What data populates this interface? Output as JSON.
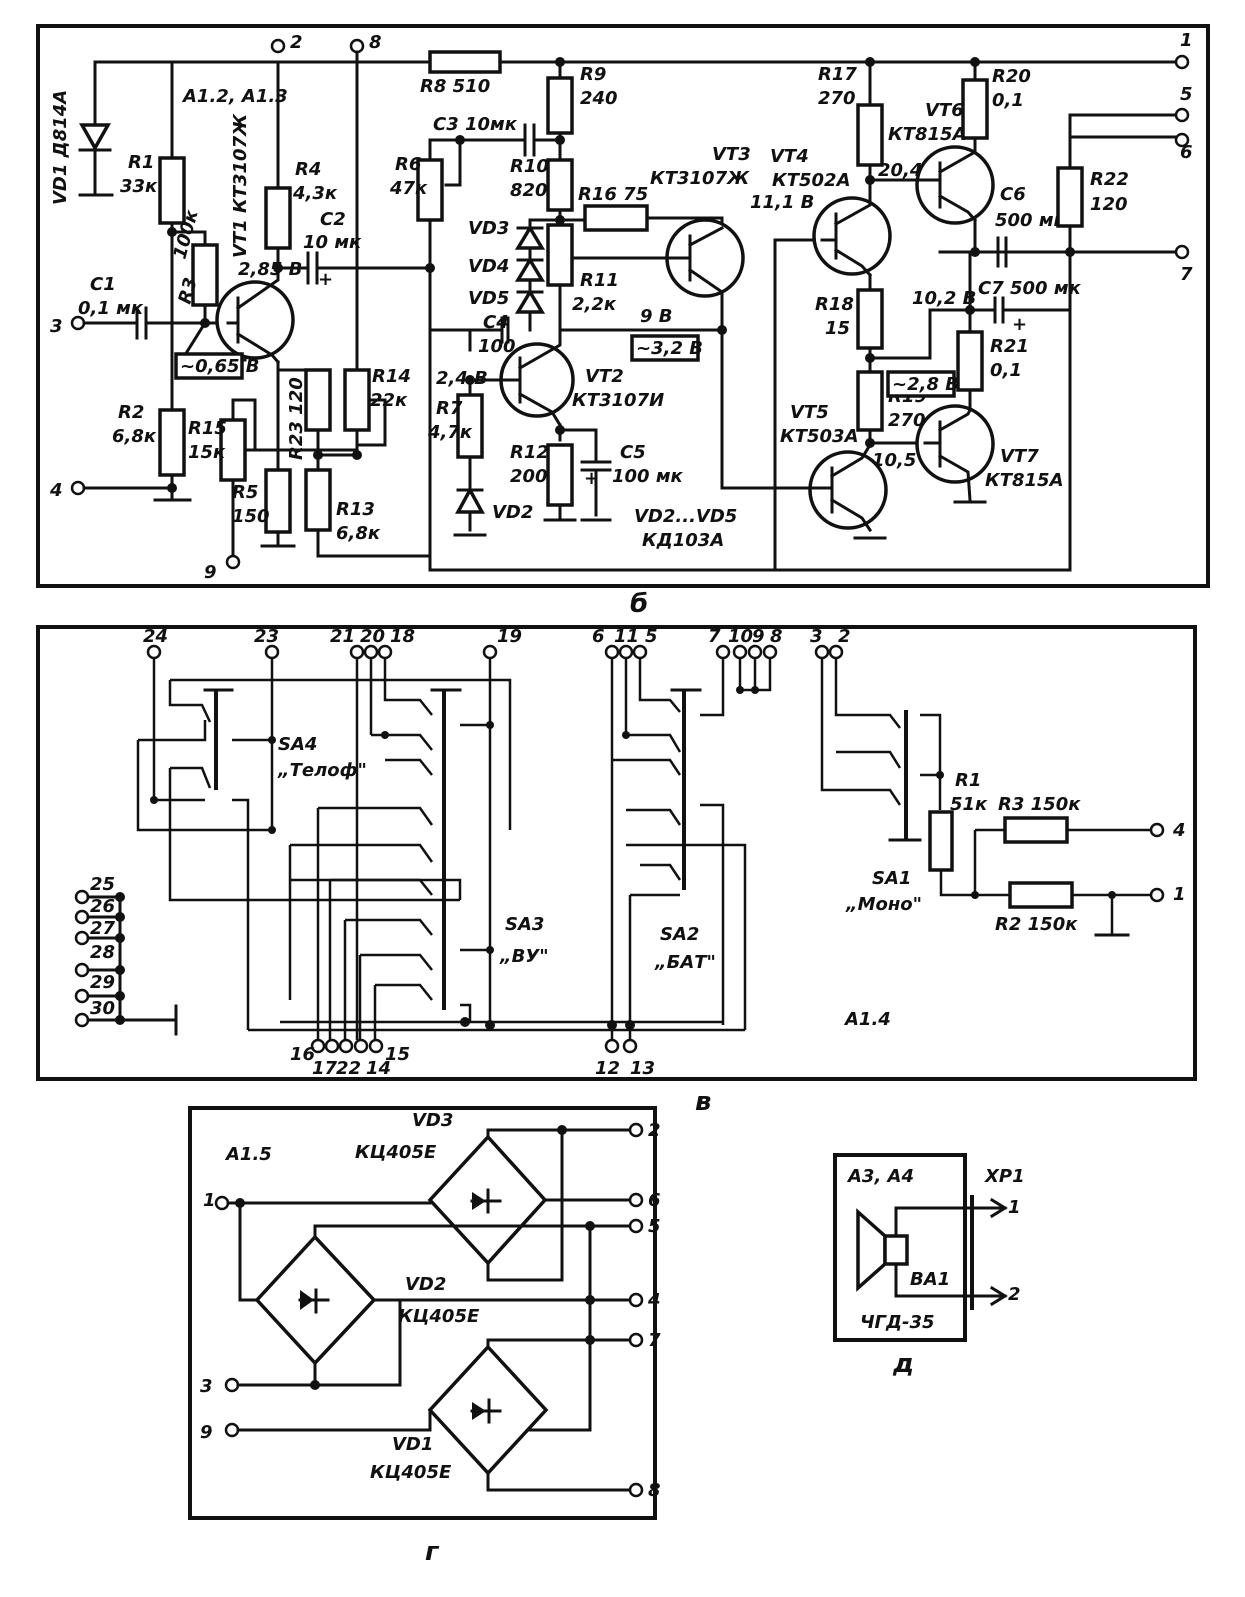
{
  "panel_b": {
    "caption": "б",
    "module": "A1.2, A1.3",
    "terminals": [
      "1",
      "2",
      "3",
      "4",
      "5",
      "6",
      "7",
      "8",
      "9"
    ],
    "diode_vd1": "VD1 Д814А",
    "r1": [
      "R1",
      "33к"
    ],
    "r2": [
      "R2",
      "6,8к"
    ],
    "r3": [
      "R3",
      "100к"
    ],
    "r4": [
      "R4",
      "4,3к"
    ],
    "r5": [
      "R5",
      "150"
    ],
    "r6": [
      "R6",
      "47к"
    ],
    "r7": [
      "R7",
      "4,7к"
    ],
    "r8": "R8 510",
    "r9": [
      "R9",
      "240"
    ],
    "r10": [
      "R10",
      "820"
    ],
    "r11": [
      "R11",
      "2,2к"
    ],
    "r12": [
      "R12",
      "200"
    ],
    "r13": [
      "R13",
      "6,8к"
    ],
    "r14": [
      "R14",
      "22к"
    ],
    "r15": [
      "R15",
      "15к"
    ],
    "r16": "R16 75",
    "r17": [
      "R17",
      "270"
    ],
    "r18": [
      "R18",
      "15"
    ],
    "r19": [
      "R19",
      "270"
    ],
    "r20": [
      "R20",
      "0,1"
    ],
    "r21": [
      "R21",
      "0,1"
    ],
    "r22": [
      "R22",
      "120"
    ],
    "r23": "R23 120",
    "c1": [
      "C1",
      "0,1 мк"
    ],
    "c2": [
      "C2",
      "10 мк"
    ],
    "c3": "C3 10мк",
    "c4": [
      "C4",
      "100"
    ],
    "c5": [
      "C5",
      "100 мк"
    ],
    "c6": [
      "C6",
      "500 мк"
    ],
    "c7": "C7 500 мк",
    "vt1": "VT1 КТ3107Ж",
    "vt2": [
      "VT2",
      "КТ3107И"
    ],
    "vt3": [
      "VT3",
      "КТ3107Ж"
    ],
    "vt4": [
      "VT4",
      "КТ502А"
    ],
    "vt5": [
      "VT5",
      "КТ503А"
    ],
    "vt6": [
      "VT6",
      "КТ815А"
    ],
    "vt7": [
      "VT7",
      "КТ815А"
    ],
    "vd3": "VD3",
    "vd4": "VD4",
    "vd5": "VD5",
    "vd2": "VD2",
    "vd_group": [
      "VD2...VD5",
      "КД103А"
    ],
    "voltages": [
      "2,85 В",
      "~0,65 В",
      "2,4 В",
      "9 В",
      "~3,2 В",
      "11,1 В",
      "20,4 В",
      "10,2 В",
      "~2,8 В",
      "10,5 В"
    ]
  },
  "panel_v": {
    "caption": "в",
    "module": "A1.4",
    "top_terminals": [
      "24",
      "23",
      "21",
      "20",
      "18",
      "19",
      "6",
      "11",
      "5",
      "7",
      "10",
      "9",
      "8",
      "3",
      "2"
    ],
    "bottom_terminals": [
      "16",
      "17",
      "22",
      "14",
      "15",
      "12",
      "13"
    ],
    "side_terminals": [
      "25",
      "26",
      "27",
      "28",
      "29",
      "30"
    ],
    "sa4": [
      "SA4",
      "„Телоф\""
    ],
    "sa3": [
      "SA3",
      "„ВУ\""
    ],
    "sa2": [
      "SA2",
      "„БАТ\""
    ],
    "sa1": [
      "SA1",
      "„Моно\""
    ],
    "r1": [
      "R1",
      "51к"
    ],
    "r2": "R2 150к",
    "r3": "R3 150к",
    "right_terminals": [
      "4",
      "1"
    ]
  },
  "panel_g": {
    "caption": "г",
    "module": "A1.5",
    "vd3": [
      "VD3",
      "КЦ405Е"
    ],
    "vd2": [
      "VD2",
      "КЦ405Е"
    ],
    "vd1": [
      "VD1",
      "КЦ405Е"
    ],
    "left_terminals": [
      "1",
      "3",
      "9"
    ],
    "right_terminals": [
      "2",
      "6",
      "5",
      "4",
      "7",
      "8"
    ]
  },
  "panel_d": {
    "caption": "д",
    "module": "A3, A4",
    "connector": "XP1",
    "speaker": [
      "BA1",
      "ЧГД-35"
    ],
    "pins": [
      "1",
      "2"
    ]
  }
}
